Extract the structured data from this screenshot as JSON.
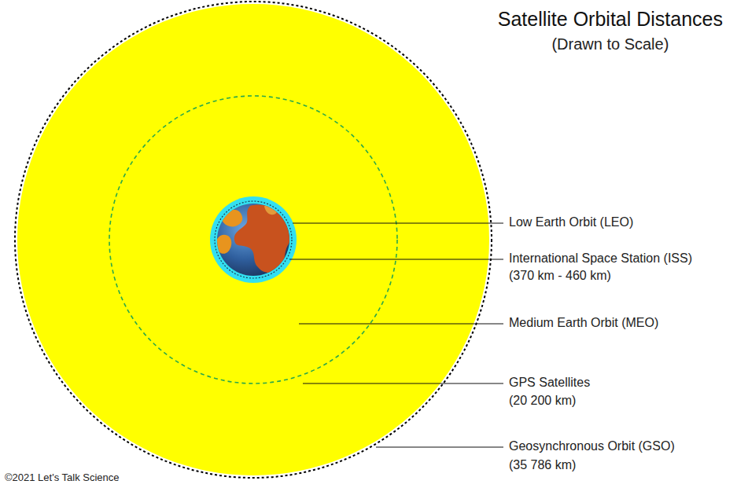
{
  "diagram": {
    "title": "Satellite Orbital Distances",
    "labels": [
      "(Drawn to Scale)",
      "Low Earth Orbit (LEO)",
      "International Space Station (ISS)",
      "(370 km - 460 km)",
      "Medium Earth Orbit (MEO)",
      "GPS Satellites",
      "(20 200 km)",
      "Geosynchronous Orbit (GSO)",
      "(35 786 km)",
      "©2021 Let's Talk Science"
    ]
  }
}
